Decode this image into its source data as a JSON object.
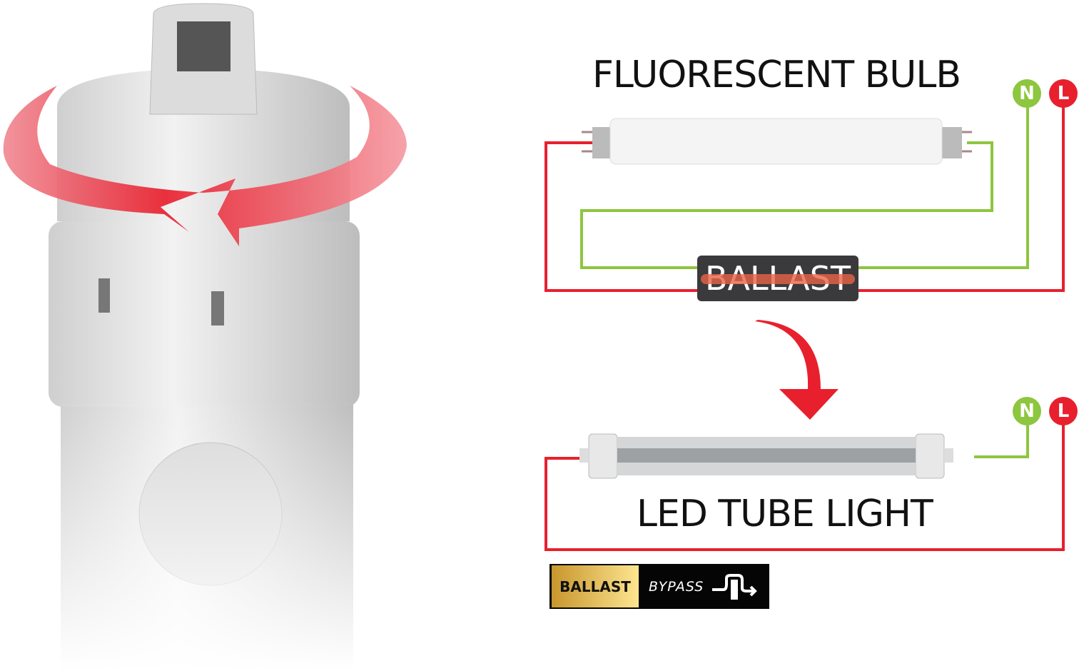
{
  "fluorescent": {
    "title": "FLUORESCENT BULB",
    "ballast_label": "BALLAST"
  },
  "led": {
    "title": "LED TUBE LIGHT"
  },
  "terminals": {
    "neutral": "N",
    "live": "L"
  },
  "badge": {
    "ballast": "BALLAST",
    "bypass": "BYPASS"
  },
  "colors": {
    "live": "#e8202e",
    "neutral": "#8dc63f",
    "arrow": "#e8202e"
  }
}
